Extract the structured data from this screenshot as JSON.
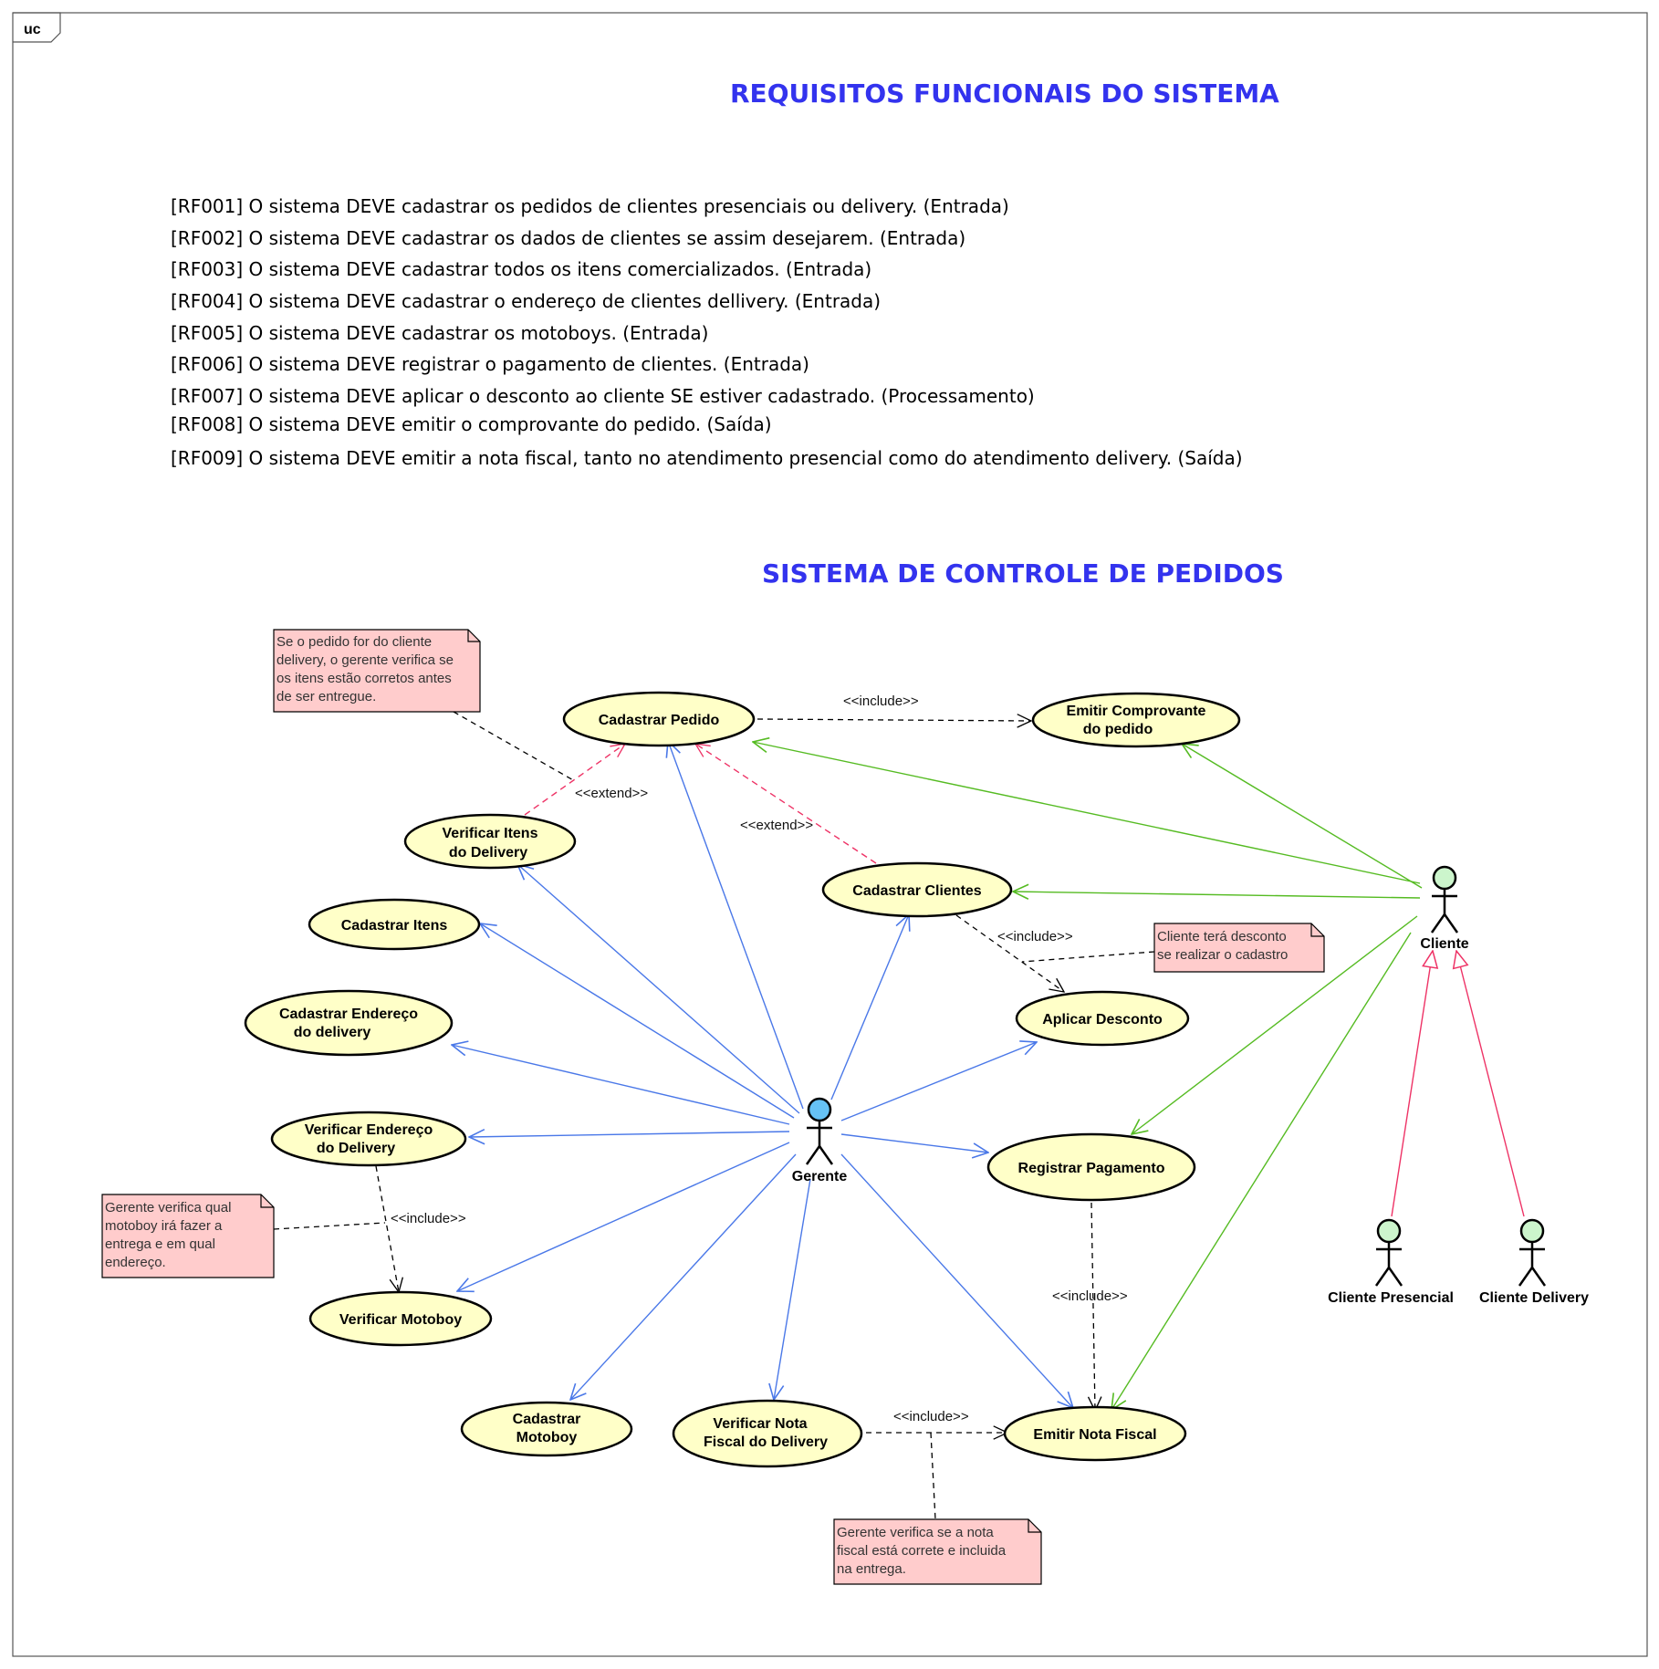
{
  "frame": {
    "tag": "uc"
  },
  "titles": {
    "requirements": "REQUISITOS FUNCIONAIS DO SISTEMA",
    "system": "SISTEMA DE CONTROLE DE PEDIDOS"
  },
  "requirements": [
    "[RF001] O sistema DEVE cadastrar os pedidos de clientes presenciais ou delivery. (Entrada)",
    "[RF002] O sistema DEVE cadastrar os dados de clientes se assim desejarem. (Entrada)",
    "[RF003] O sistema DEVE cadastrar todos os itens comercializados. (Entrada)",
    "[RF004] O sistema DEVE cadastrar o endereço de clientes dellivery. (Entrada)",
    "[RF005] O sistema DEVE cadastrar os motoboys. (Entrada)",
    "[RF006] O sistema DEVE registrar o pagamento de clientes. (Entrada)",
    "[RF007] O sistema DEVE aplicar o desconto ao cliente SE estiver cadastrado. (Processamento)",
    "[RF008] O sistema DEVE emitir o comprovante do pedido. (Saída)",
    "[RF009] O sistema DEVE emitir a nota fiscal, tanto no atendimento presencial como do atendimento delivery. (Saída)"
  ],
  "actors": {
    "gerente": "Gerente",
    "cliente": "Cliente",
    "cliente_presencial": "Cliente Presencial",
    "cliente_delivery": "Cliente Delivery"
  },
  "use_cases": {
    "cadastrar_pedido": [
      "Cadastrar Pedido"
    ],
    "emitir_comprovante": [
      "Emitir Comprovante",
      "do pedido"
    ],
    "verificar_itens": [
      "Verificar Itens",
      "do Delivery"
    ],
    "cadastrar_clientes": [
      "Cadastrar Clientes"
    ],
    "cadastrar_itens": [
      "Cadastrar Itens"
    ],
    "aplicar_desconto": [
      "Aplicar Desconto"
    ],
    "cadastrar_endereco": [
      "Cadastrar Endereço",
      "do delivery"
    ],
    "verificar_endereco": [
      "Verificar Endereço",
      "do Delivery"
    ],
    "registrar_pagamento": [
      "Registrar Pagamento"
    ],
    "verificar_motoboy": [
      "Verificar Motoboy"
    ],
    "cadastrar_motoboy": [
      "Cadastrar",
      "Motoboy"
    ],
    "verificar_nota": [
      "Verificar Nota",
      "Fiscal do Delivery"
    ],
    "emitir_nota": [
      "Emitir Nota Fiscal"
    ]
  },
  "stereotypes": {
    "include": "<<include>>",
    "extend": "<<extend>>"
  },
  "notes": {
    "delivery_check": [
      "Se o pedido for do cliente",
      "delivery, o gerente verifica se",
      "os itens estão corretos antes",
      "de ser entregue."
    ],
    "desconto": [
      "Cliente terá desconto",
      "se realizar o cadastro"
    ],
    "motoboy": [
      "Gerente verifica qual",
      "motoboy irá fazer a",
      "entrega e em qual",
      "endereço."
    ],
    "nota": [
      "Gerente verifica se a nota",
      "fiscal está correte e incluida",
      "na entrega."
    ]
  },
  "colors": {
    "title": "#3333ee",
    "use_case_fill": "#ffffc8",
    "note_fill": "#ffcccc",
    "gerente_head": "#66c2f5",
    "cliente_head": "#ccf5cc",
    "gerente_assoc": "#4a78e8",
    "cliente_assoc": "#55bb22",
    "extend": "#ee3366",
    "generalization": "#ee3366"
  }
}
